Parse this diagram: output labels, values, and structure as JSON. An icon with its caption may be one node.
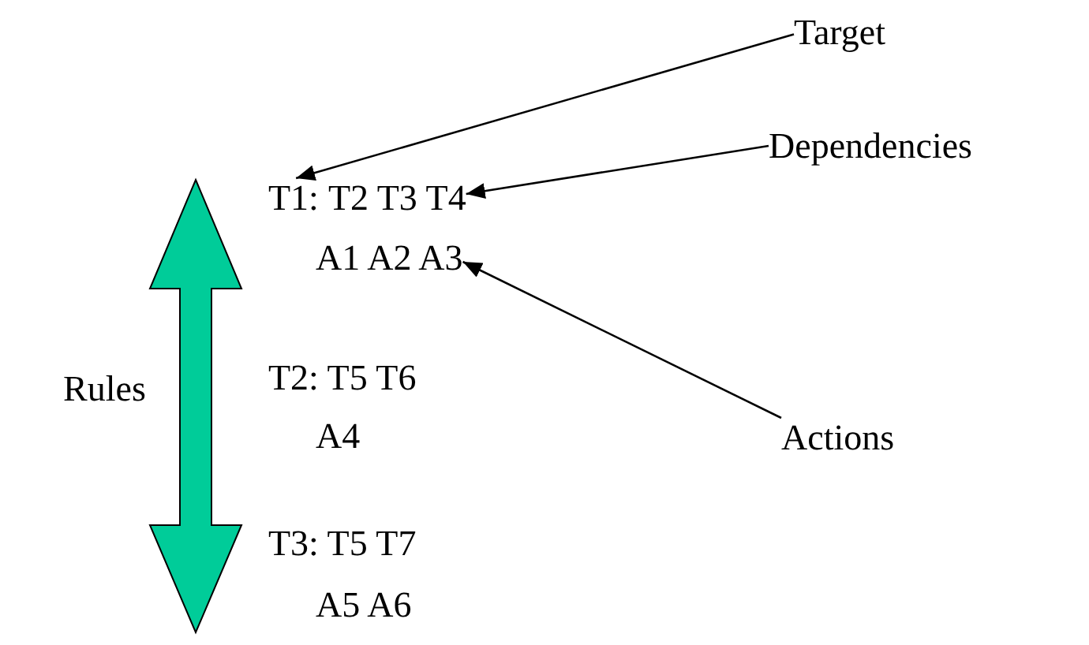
{
  "diagram": {
    "nodes": [
      {
        "text": [
          "T1:"
        ]
      },
      {
        "text": [
          "T2 T3 T4"
        ]
      },
      {
        "text": [
          "A1 A2 A3"
        ]
      },
      {
        "text": [
          "Target"
        ]
      },
      {
        "text": [
          "Dependencies"
        ]
      },
      {
        "text": [
          "Actions"
        ]
      }
    ],
    "edges": [
      {
        "from": 3,
        "to": 0,
        "arrow": "to"
      },
      {
        "from": 4,
        "to": 1,
        "arrow": "to"
      },
      {
        "from": 5,
        "to": 2,
        "arrow": "to"
      }
    ],
    "labels": [
      "T2: T5 T6",
      "A4",
      "T3: T5 T7",
      "A5 A6",
      "Rules"
    ]
  }
}
